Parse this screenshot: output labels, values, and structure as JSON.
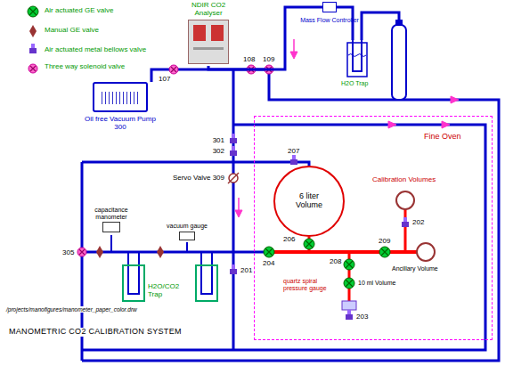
{
  "diagram": {
    "caption": "MANOMETRIC CO2 CALIBRATION SYSTEM",
    "nodes": [
      {
        "text": [
          "NDIR CO2 Analyser"
        ]
      },
      {
        "text": [
          "Mass Flow Controller"
        ]
      },
      {
        "text": [
          "Oil free Vacuum Pump",
          "300"
        ]
      },
      {
        "text": [
          "Fine Oven"
        ]
      },
      {
        "text": [
          "6 liter Volume"
        ],
        "in": 3
      },
      {
        "text": [
          "capacitance manometer"
        ]
      },
      {
        "text": [
          "vacuum gauge"
        ]
      }
    ],
    "edges": [
      {
        "from": 1,
        "to": 0,
        "arrow": "none"
      }
    ],
    "labels": [
      "107",
      "108",
      "109",
      "H2O Trap",
      "301",
      "302",
      "Servo Valve 309",
      "207",
      "206",
      "204",
      "201",
      "208",
      "209",
      "202",
      "203",
      "305",
      "Calibration Volumes",
      "Ancillary Volume",
      "10 ml Volume",
      "quartz spiral pressure gauge",
      "H2O/CO2 Trap",
      "/projects/manofigures/manometer_paper_color.drw"
    ],
    "legend": [
      {
        "text": "Air actuated GE valve"
      },
      {
        "text": "Manual GE valve"
      },
      {
        "text": "Air actuated metal bellows valve"
      },
      {
        "text": "Three way solenoid valve"
      }
    ]
  }
}
